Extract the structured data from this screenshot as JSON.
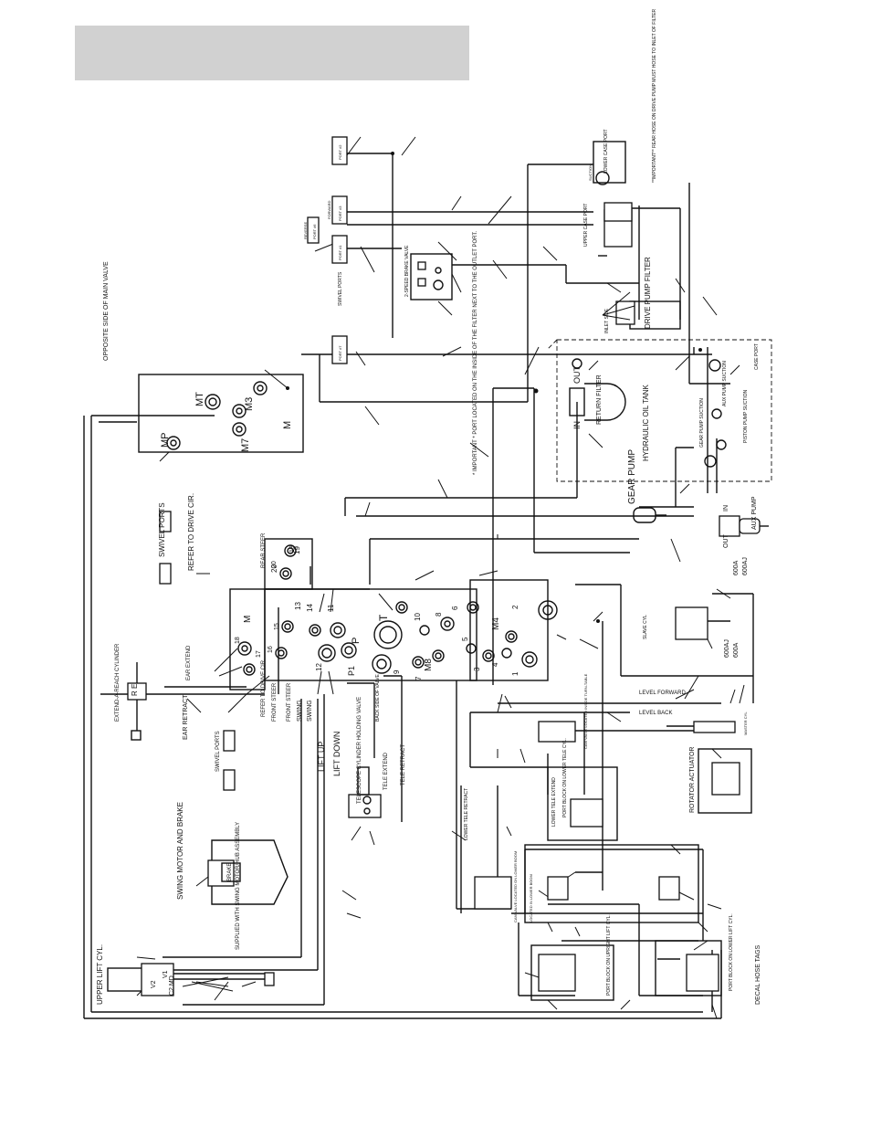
{
  "header": {
    "text": ""
  },
  "labels": {
    "upper_lift_cyl": "UPPER LIFT CYL.",
    "swing_motor": "SWING MOTOR AND BRAKE",
    "supplied_with": "SUPPLIED WITH SWING MOTOR/HUB ASSEMBLY",
    "brake": "BRAKE",
    "extend_reach": "EXTEND-A-REACH CYLINDER",
    "ear_extend": "EAR EXTEND",
    "ear_retract": "EAR RETRACT",
    "swivel_ports_a": "SWIVEL PORTS",
    "swivel_ports_b": "SWIVEL PORTS",
    "refer_drive_a": "REFER TO DRIVE CIR.",
    "refer_drive_b": "REFER TO DRIVE CIR.",
    "front_steer_a": "FRONT STEER",
    "front_steer_b": "FRONT STEER",
    "swing_a": "SWING",
    "swing_b": "SWING",
    "lift_up": "LIFT UP",
    "lift_down": "LIFT DOWN",
    "rear_steer": "REAR STEER",
    "telescope_cyl": "TELESCOPE CYLINDER HOLDING VALVE",
    "tele_extend": "TELE EXTEND",
    "tele_retract": "TELE RETRACT",
    "back_side": "BACK SIDE OF VALVE",
    "opposite_side": "OPPOSITE SIDE OF MAIN VALVE",
    "important_port": "* IMPORTANT * PORT LOCATED ON THE INSIDE OF THE FILTER NEXT TO THE OUTLET PORT.",
    "hyd_tank": "HYDRAULIC OIL TANK",
    "return_filter": "RETURN FILTER",
    "out": "OUT",
    "in": "IN",
    "gear_pump": "GEAR PUMP",
    "aux_pump": "AUX PUMP",
    "pump_in": "IN",
    "pump_out": "OUT",
    "model_a": "600A",
    "model_aj": "600AJ",
    "gear_pump_suction": "GEAR PUMP SUCTION",
    "aux_pump_suction": "AUX PUMP SUCTION",
    "piston_pump_suction": "PISTON PUMP SUCTION",
    "case_port": "CASE PORT",
    "drive_pump_filter": "DRIVE PUMP FILTER",
    "inlet_side": "INLET SIDE",
    "upper_case_port": "UPPER CASE PORT",
    "lower_case_port": "LOWER CASE PORT",
    "suction": "SUCTION",
    "rear_hose_note": "**IMPORTANT** REAR HOSE ON DRIVE PUMP MUST HOSE TO INLET OF FILTER",
    "brake_valve": "2-SPEED BRAKE VALVE",
    "swivel_ports_top": "SWIVEL PORTS",
    "port_2": "PORT #2",
    "port_3": "PORT #3",
    "port_1": "PORT #1",
    "port_7": "PORT #7",
    "port_6": "PORT #6",
    "forward": "FORWARD",
    "reverse": "REVERSE",
    "slave_cyl": "SLAVE CYL",
    "level_forward": "LEVEL FORWARD",
    "level_back": "LEVEL BACK",
    "master_cyl": "MASTER CYL",
    "model_aj2": "600AJ",
    "model_a2": "600A",
    "cam_valve": "CAM VALVE LOCATED INSIDE TURN-TABLE",
    "port_block_tele": "PORT BLOCK ON LOWER TELE CYL.",
    "lower_tele_extend": "LOWER TELE EXTEND",
    "lower_tele_retract": "LOWER TELE RETRACT",
    "rotator": "ROTATOR ACTUATOR",
    "cam_valve_lower": "CAM VALVE LOCATED ON LOWER BOOM",
    "located_lower": "LOCATED IN LOWER BOOM",
    "port_block_upright": "PORT BLOCK ON UPRIGHT LIFT CYL.",
    "port_block_lower_lift": "PORT BLOCK ON LOWER LIFT CYL.",
    "decal_hose_tags": "DECAL HOSE TAGS"
  },
  "valve_ports": [
    "M",
    "MP",
    "MT",
    "M7",
    "M3",
    "M",
    "T",
    "P",
    "P1",
    "M8",
    "M4",
    "1",
    "2",
    "3",
    "4",
    "5",
    "6",
    "7",
    "8",
    "9",
    "10",
    "11",
    "12",
    "13",
    "14",
    "15",
    "16",
    "17",
    "18",
    "19",
    "20"
  ],
  "colors": {
    "header_fill": "#d1d1d1",
    "line": "#111111"
  }
}
